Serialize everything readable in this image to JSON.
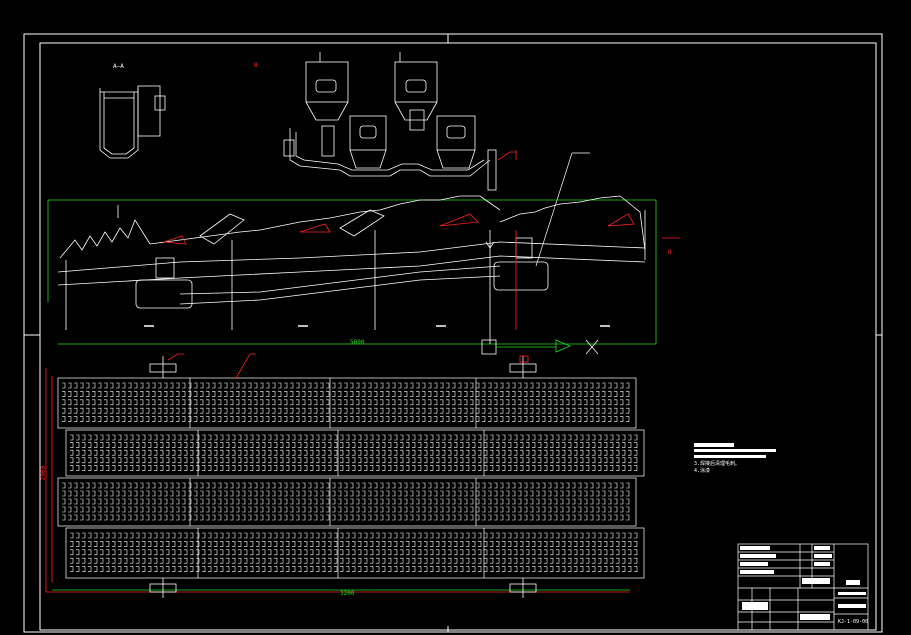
{
  "drawing": {
    "section_label": "A—A",
    "view_label_b": "B",
    "dimension_bottom": "5000",
    "dimension_top": "3200",
    "dimension_side": "2000",
    "drawing_number": "KJ-1-09-00",
    "notes": {
      "line3": "3.焊接后清理毛刺。",
      "line4": "4.涂漆"
    }
  },
  "colors": {
    "background": "#000000",
    "lines": "#ffffff",
    "frame": "#ffffff",
    "dimension": "#22dd22",
    "callout": "#ff2020"
  }
}
